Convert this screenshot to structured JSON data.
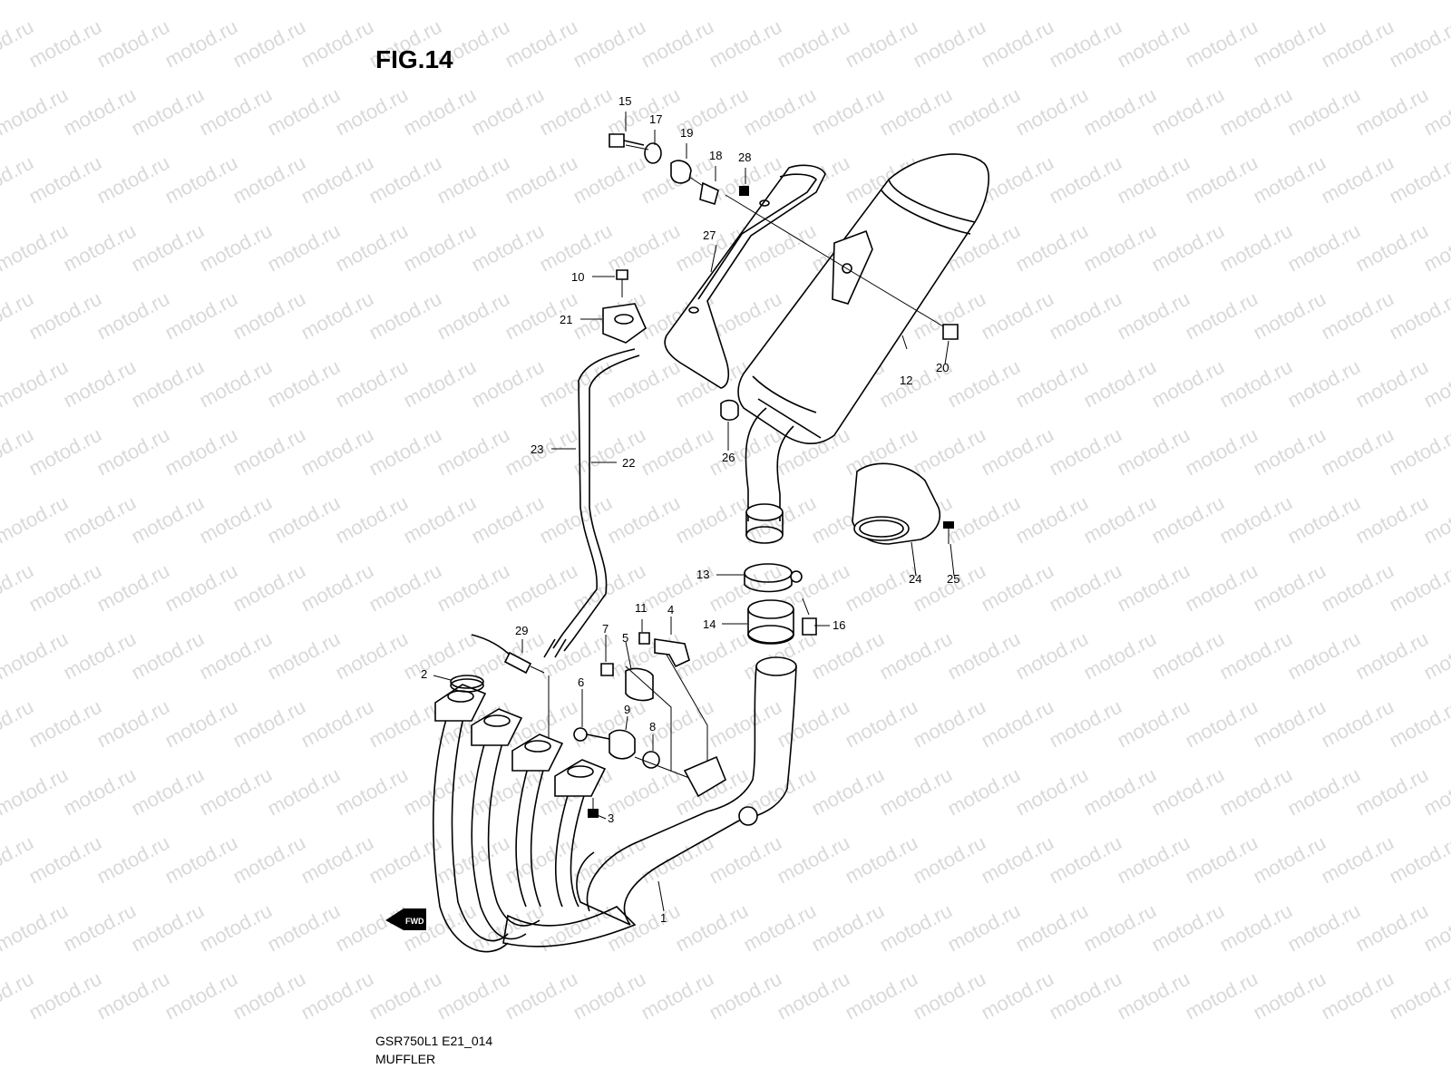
{
  "figure": {
    "title": "FIG.14",
    "code": "GSR750L1 E21_014",
    "caption": "MUFFLER",
    "watermark": "motod.ru",
    "fwd_badge": "FWD"
  },
  "callouts": [
    {
      "num": "1"
    },
    {
      "num": "2"
    },
    {
      "num": "3"
    },
    {
      "num": "4"
    },
    {
      "num": "5"
    },
    {
      "num": "6"
    },
    {
      "num": "7"
    },
    {
      "num": "8"
    },
    {
      "num": "9"
    },
    {
      "num": "10"
    },
    {
      "num": "11"
    },
    {
      "num": "12"
    },
    {
      "num": "13"
    },
    {
      "num": "14"
    },
    {
      "num": "15"
    },
    {
      "num": "16"
    },
    {
      "num": "17"
    },
    {
      "num": "18"
    },
    {
      "num": "19"
    },
    {
      "num": "20"
    },
    {
      "num": "21"
    },
    {
      "num": "22"
    },
    {
      "num": "23"
    },
    {
      "num": "24"
    },
    {
      "num": "25"
    },
    {
      "num": "26"
    },
    {
      "num": "27"
    },
    {
      "num": "28"
    },
    {
      "num": "29"
    }
  ]
}
